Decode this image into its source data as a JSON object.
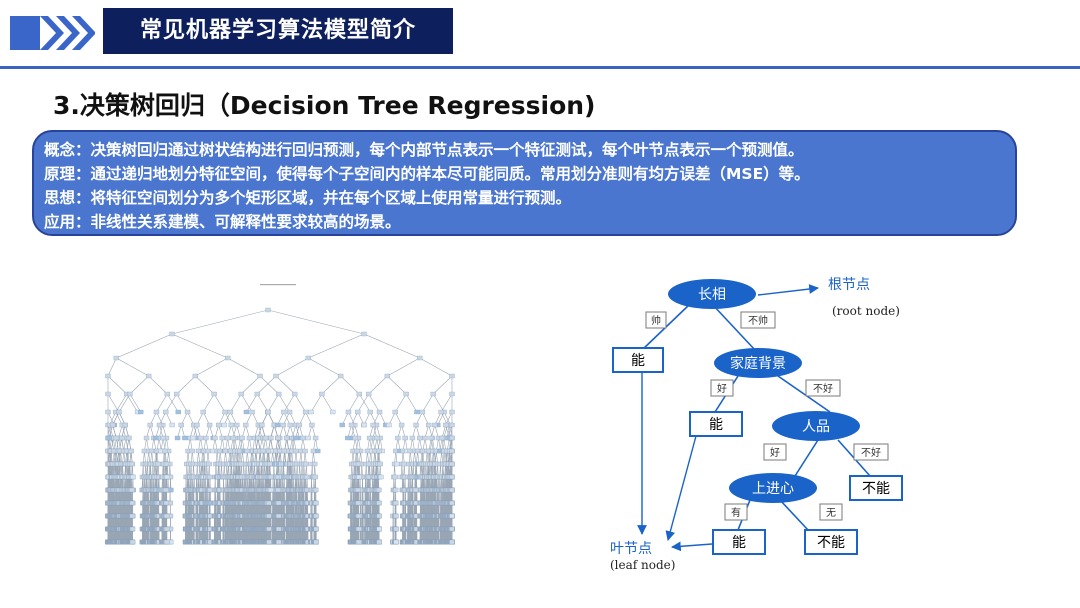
{
  "header": {
    "title": "常见机器学习算法模型简介"
  },
  "section": {
    "title": "3.决策树回归（Decision Tree Regression)"
  },
  "info": {
    "lines": [
      "概念：决策树回归通过树状结构进行回归预测，每个内部节点表示一个特征测试，每个叶节点表示一个预测值。",
      "原理：通过递归地划分特征空间，使得每个子空间内的样本尽可能同质。常用划分准则有均方误差（MSE）等。",
      "思想：将特征空间划分为多个矩形区域，并在每个区域上使用常量进行预测。",
      "应用：非线性关系建模、可解释性要求较高的场景。"
    ]
  },
  "diagram": {
    "nodes": {
      "root": "长相",
      "family": "家庭背景",
      "character": "人品",
      "ambition": "上进心"
    },
    "leaves": {
      "l1": "能",
      "l2": "能",
      "l3": "不能",
      "l4": "能",
      "l5": "不能"
    },
    "edges": {
      "root_left": "帅",
      "root_right": "不帅",
      "family_left": "好",
      "family_right": "不好",
      "character_left": "好",
      "character_right": "不好",
      "ambition_left": "有",
      "ambition_right": "无"
    },
    "callouts": {
      "root_cn": "根节点",
      "root_en": "(root node)",
      "leaf_cn": "叶节点",
      "leaf_en": "(leaf node)"
    }
  },
  "colors": {
    "header_bg": "#0d1f5c",
    "accent": "#3b62c4",
    "box_bg": "#4a76cf",
    "node_blue": "#1a63c8"
  }
}
